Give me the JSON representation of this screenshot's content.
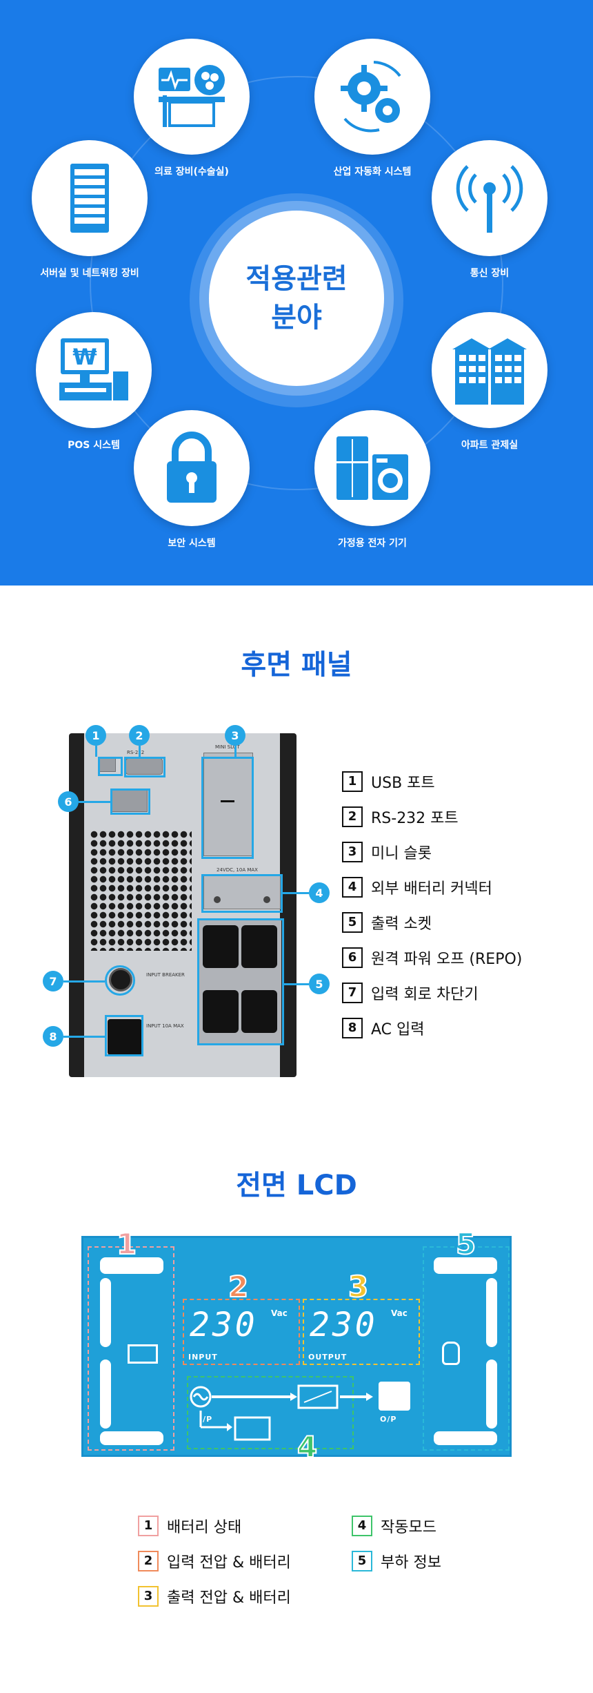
{
  "applications": {
    "title_line1": "적용관련",
    "title_line2": "분야",
    "items": [
      {
        "label": "의료 장비(수술실)"
      },
      {
        "label": "산업 자동화 시스템"
      },
      {
        "label": "서버실 및 네트워킹 장비"
      },
      {
        "label": "통신 장비"
      },
      {
        "label": "POS 시스템"
      },
      {
        "label": "아파트 관제실"
      },
      {
        "label": "보안 시스템"
      },
      {
        "label": "가정용 전자 기기"
      }
    ]
  },
  "rear": {
    "title": "후면 패널",
    "panel_texts": {
      "rs232": "RS-232",
      "mini_slot": "MINI SLOT",
      "battery": "24VDC, 10A MAX",
      "breaker": "INPUT BREAKER",
      "input": "INPUT 10A MAX"
    },
    "items": [
      {
        "num": "1",
        "label": "USB 포트"
      },
      {
        "num": "2",
        "label": "RS-232 포트"
      },
      {
        "num": "3",
        "label": "미니 슬롯"
      },
      {
        "num": "4",
        "label": "외부 배터리 커넥터"
      },
      {
        "num": "5",
        "label": "출력 소켓"
      },
      {
        "num": "6",
        "label": "원격 파워 오프 (REPO)"
      },
      {
        "num": "7",
        "label": "입력 회로 차단기"
      },
      {
        "num": "8",
        "label": "AC 입력"
      }
    ]
  },
  "lcd": {
    "title": "전면 LCD",
    "input_value": "230",
    "output_value": "230",
    "unit": "Vac",
    "input_label": "INPUT",
    "output_label": "OUTPUT",
    "ip_label": "I/P",
    "op_label": "O/P",
    "zone_colors": [
      "#f0a0a0",
      "#f08a5a",
      "#f2c230",
      "#3ec46a",
      "#2ab8d8"
    ],
    "items": [
      {
        "num": "1",
        "label": "배터리 상태"
      },
      {
        "num": "2",
        "label": "입력 전압 & 배터리"
      },
      {
        "num": "3",
        "label": "출력 전압 & 배터리"
      },
      {
        "num": "4",
        "label": "작동모드"
      },
      {
        "num": "5",
        "label": "부하 정보"
      }
    ]
  }
}
